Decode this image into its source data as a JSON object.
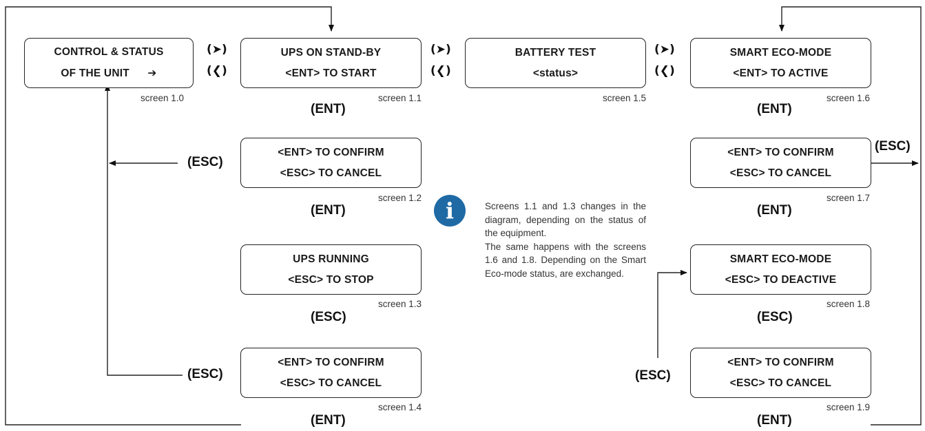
{
  "screens": {
    "s10": {
      "line1": "CONTROL & STATUS",
      "line2": "OF THE UNIT",
      "arrow": "➔",
      "label": "screen 1.0"
    },
    "s11": {
      "line1": "UPS ON STAND-BY",
      "line2": "<ENT> TO START",
      "label": "screen 1.1"
    },
    "s12": {
      "line1": "<ENT> TO CONFIRM",
      "line2": "<ESC> TO CANCEL",
      "label": "screen 1.2"
    },
    "s13": {
      "line1": "UPS RUNNING",
      "line2": "<ESC> TO STOP",
      "label": "screen 1.3"
    },
    "s14": {
      "line1": "<ENT> TO CONFIRM",
      "line2": "<ESC> TO CANCEL",
      "label": "screen 1.4"
    },
    "s15": {
      "line1": "BATTERY TEST",
      "line2": "<status>",
      "label": "screen 1.5"
    },
    "s16": {
      "line1": "SMART ECO-MODE",
      "line2": "<ENT> TO ACTIVE",
      "label": "screen 1.6"
    },
    "s17": {
      "line1": "<ENT> TO CONFIRM",
      "line2": "<ESC> TO CANCEL",
      "label": "screen 1.7"
    },
    "s18": {
      "line1": "SMART ECO-MODE",
      "line2": "<ESC> TO DEACTIVE",
      "label": "screen 1.8"
    },
    "s19": {
      "line1": "<ENT> TO CONFIRM",
      "line2": "<ESC> TO CANCEL",
      "label": "screen 1.9"
    }
  },
  "nav": {
    "next": "(➤)",
    "prev": "(❮)"
  },
  "keys": {
    "ent": "(ENT)",
    "esc": "(ESC)"
  },
  "info": {
    "icon": "info-icon",
    "icon_glyph": "i",
    "icon_color": "#1f6aa5",
    "paragraph1": "Screens 1.1 and 1.3 changes in the diagram, depending on the status of the equipment.",
    "paragraph2": "The same happens with the screens 1.6 and 1.8. Depending on the Smart Eco-mode status, are exchanged."
  }
}
